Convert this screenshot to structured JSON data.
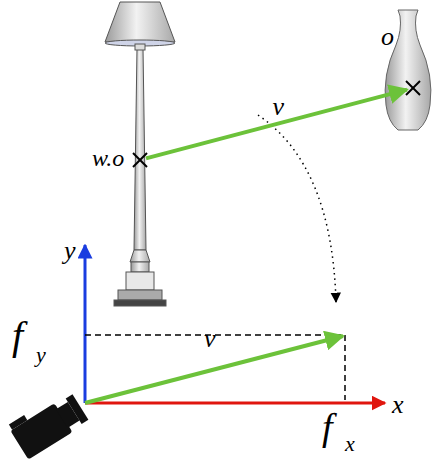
{
  "diagram": {
    "nodes": [
      {
        "text": [
          "w.o"
        ]
      },
      {
        "text": [
          "o"
        ]
      }
    ],
    "edges": [
      {
        "from": 0,
        "to": 1,
        "label": "v",
        "arrow": "to"
      }
    ],
    "labels": [
      "y",
      "f",
      "y",
      "v",
      "x",
      "f",
      "x"
    ]
  }
}
